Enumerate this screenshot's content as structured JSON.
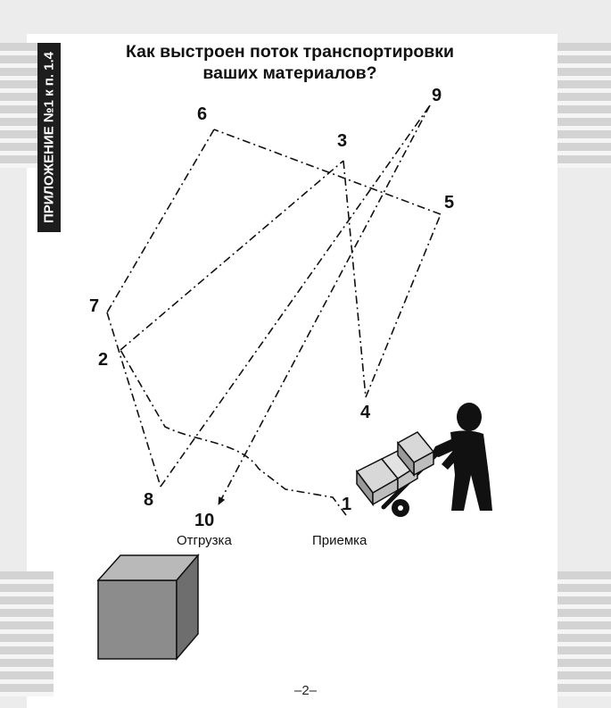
{
  "side_tab": {
    "label": "ПРИЛОЖЕНИЕ №1 к п. 1.4"
  },
  "title": {
    "line1": "Как выстроен поток транспортировки",
    "line2": "ваших материалов?"
  },
  "points": [
    {
      "label": "1"
    },
    {
      "label": "2"
    },
    {
      "label": "3"
    },
    {
      "label": "4"
    },
    {
      "label": "5"
    },
    {
      "label": "6"
    },
    {
      "label": "7"
    },
    {
      "label": "8"
    },
    {
      "label": "9"
    },
    {
      "label": "10"
    }
  ],
  "captions": {
    "shipping": "Отгрузка",
    "receiving": "Приемка"
  },
  "icons": {
    "worker": "worker-with-hand-truck-icon",
    "box": "box-icon"
  },
  "colors": {
    "ink": "#111111",
    "side_tab": "#1d1d1d",
    "box_face": "#8c8c8c"
  },
  "footer": {
    "page_number": "–2–"
  }
}
